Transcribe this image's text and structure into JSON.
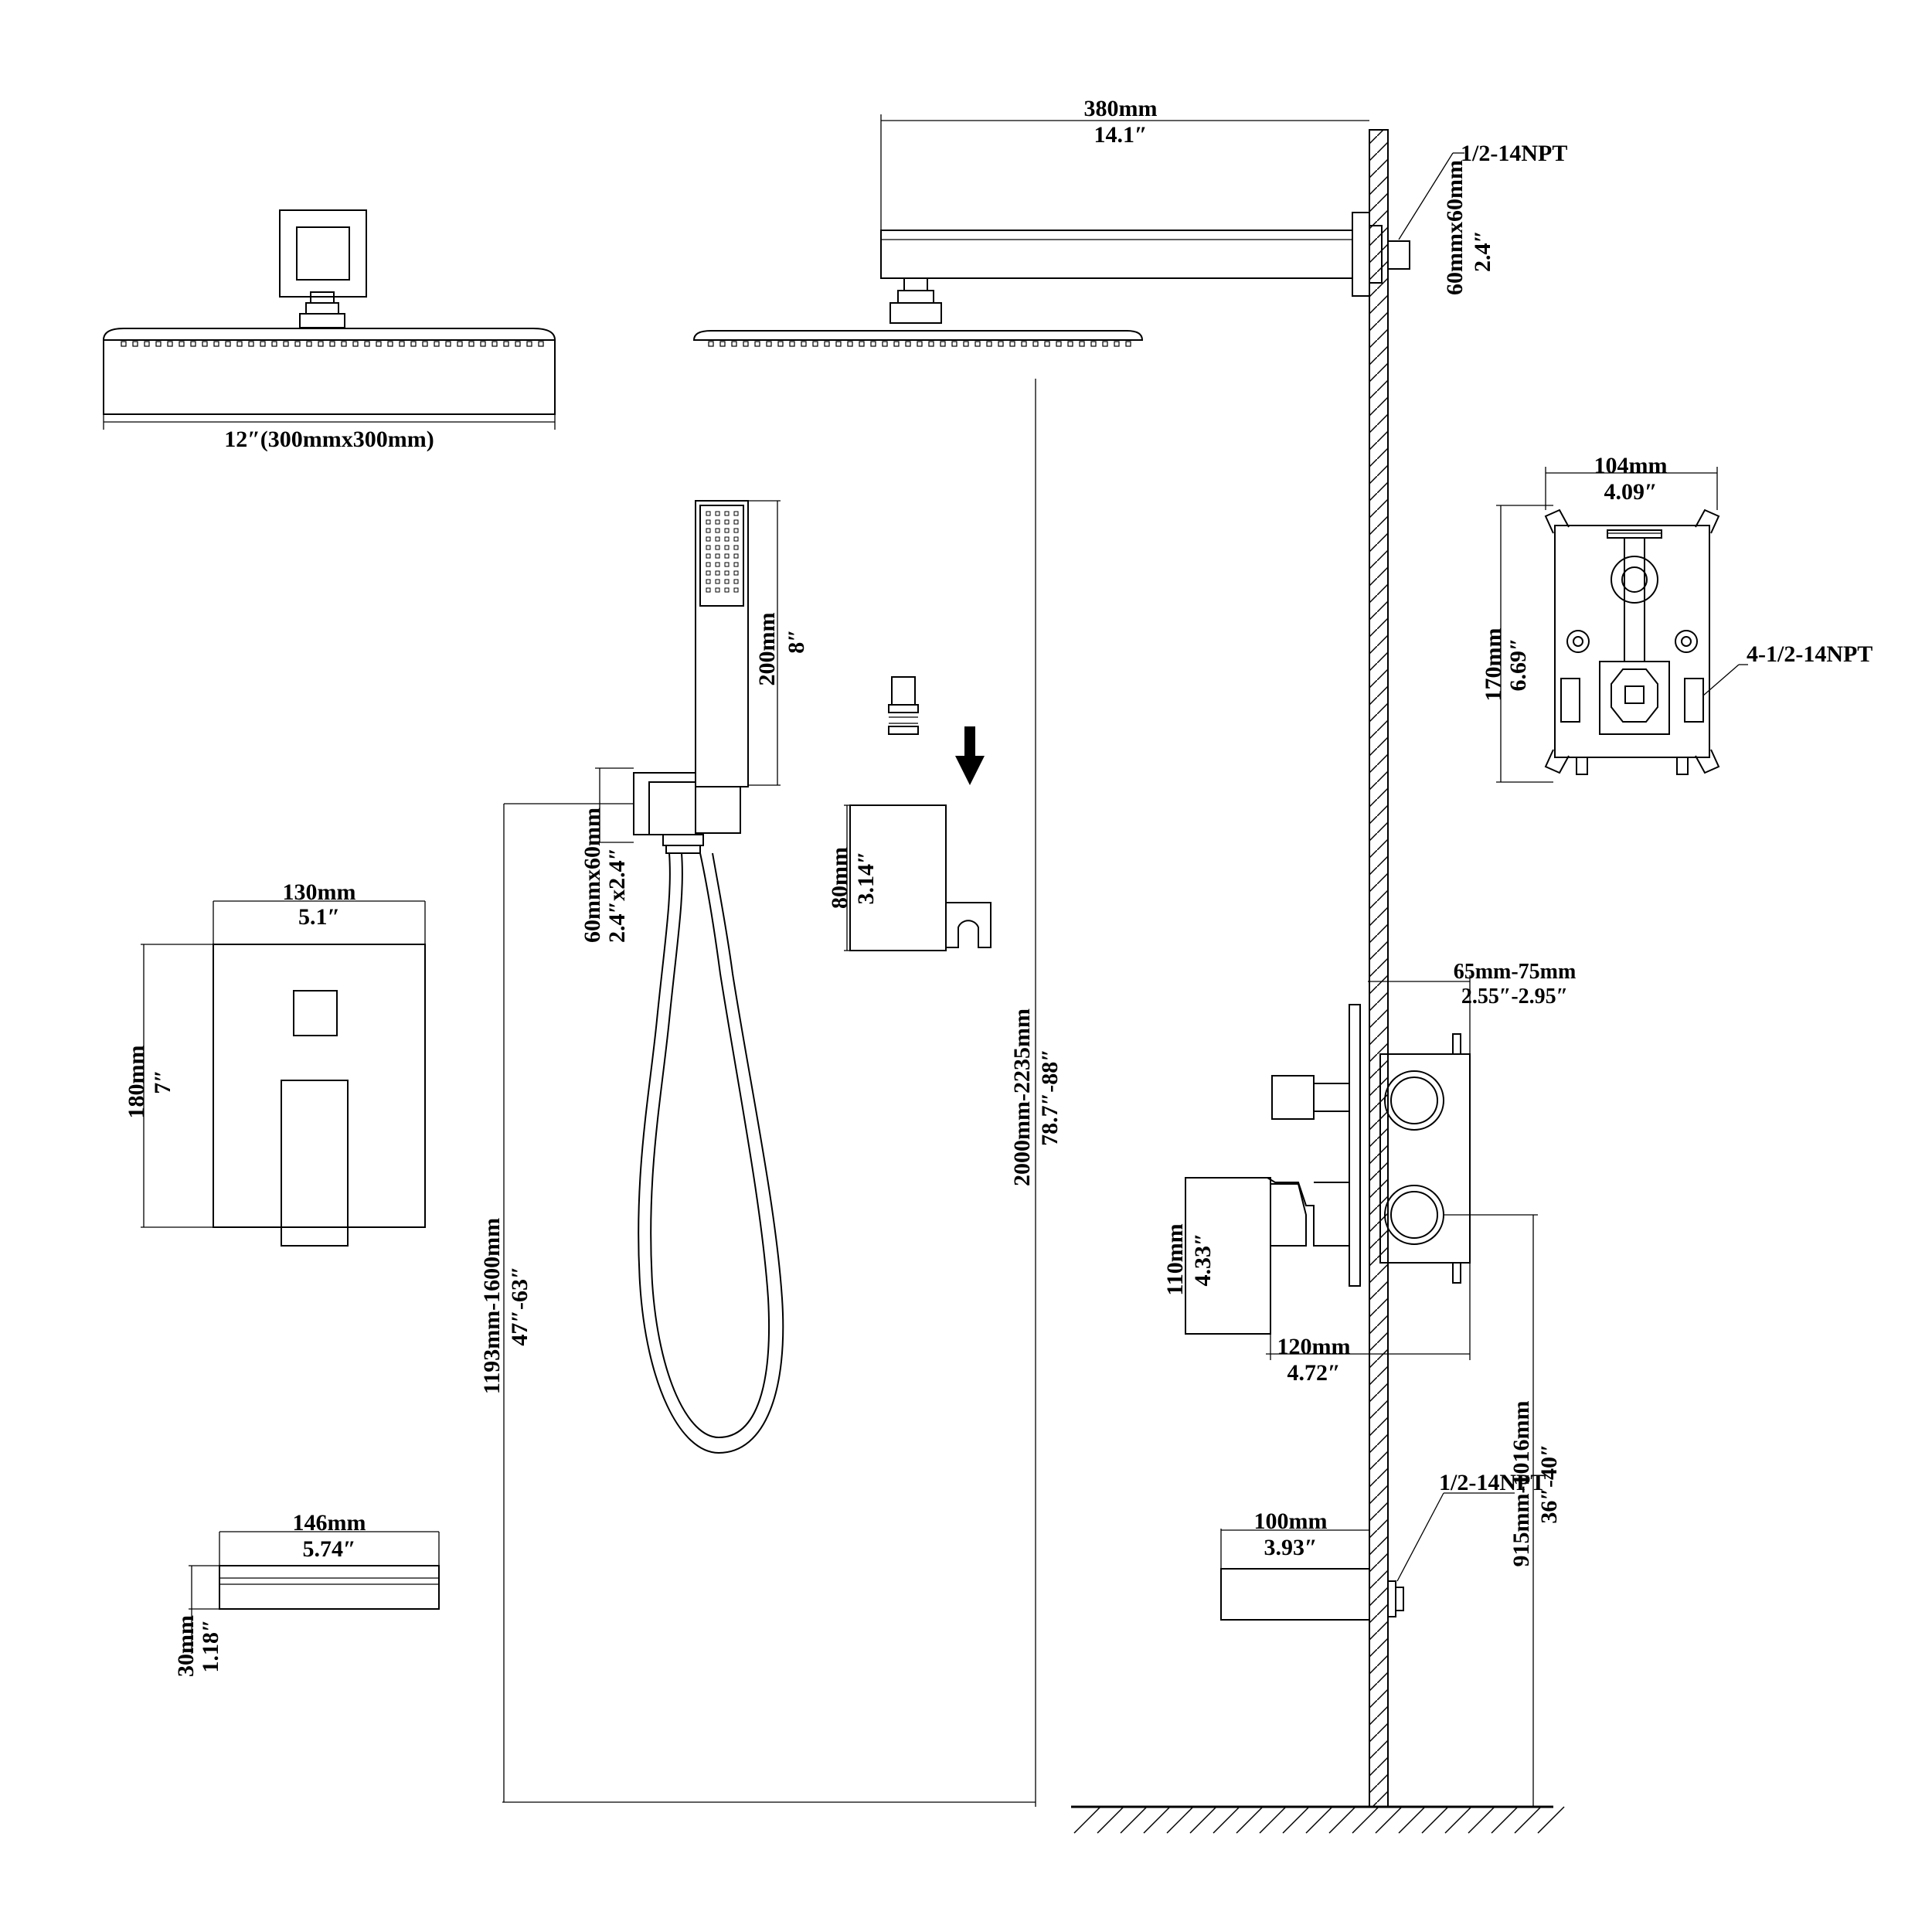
{
  "colors": {
    "line": "#000000",
    "background": "#ffffff"
  },
  "labels": {
    "shower_head_size": "12″(300mmx300mm)",
    "arm_length_mm": "380mm",
    "arm_length_in": "14.1″",
    "arm_thread": "1/2-14NPT",
    "arm_flange_mm": "60mmx60mm",
    "arm_flange_in": "2.4″",
    "valve_box_width_mm": "104mm",
    "valve_box_width_in": "4.09″",
    "valve_box_height_mm": "170mm",
    "valve_box_height_in": "6.69″",
    "valve_box_thread": "4-1/2-14NPT",
    "handshower_length_mm": "200mm",
    "handshower_length_in": "8″",
    "holder_mm": "60mmx60mm",
    "holder_in": "2.4″x2.4″",
    "bracket_mm": "80mm",
    "bracket_in": "3.14″",
    "trim_width_mm": "130mm",
    "trim_width_in": "5.1″",
    "trim_height_mm": "180mm",
    "trim_height_in": "7″",
    "head_height_mm": "2000mm-2235mm",
    "head_height_in": "78.7″-88″",
    "holder_height_mm": "1193mm-1600mm",
    "holder_height_in": "47″-63″",
    "wall_depth_mm": "65mm-75mm",
    "wall_depth_in": "2.55″-2.95″",
    "handle_height_mm": "110mm",
    "handle_height_in": "4.33″",
    "handle_proj_mm": "120mm",
    "handle_proj_in": "4.72″",
    "valve_height_mm": "915mm-1016mm",
    "valve_height_in": "36″-40″",
    "spout_thread": "1/2-14NPT",
    "spout_len_mm": "100mm",
    "spout_len_in": "3.93″",
    "spout_width_mm": "146mm",
    "spout_width_in": "5.74″",
    "spout_height_mm": "30mm",
    "spout_height_in": "1.18″"
  },
  "icons": {
    "insert_arrow": "down-arrow-icon"
  }
}
